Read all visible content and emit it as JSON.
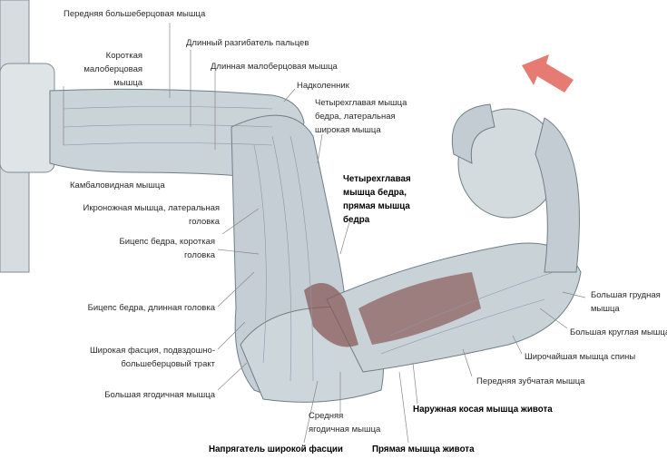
{
  "labels": {
    "tibialis_anterior": "Передняя большеберцовая мышца",
    "ext_digitorum_longus": "Длинный разгибатель пальцев",
    "peroneus_brevis": [
      "Короткая",
      "малоберцовая",
      "мышца"
    ],
    "peroneus_longus": "Длинная малоберцовая мышца",
    "patella": "Надколенник",
    "vastus_lateralis": [
      "Четырехглавая мышца",
      "бедра, латеральная",
      "широкая мышца"
    ],
    "soleus": "Камбаловидная мышца",
    "rectus_femoris": [
      "Четырехглавая",
      "мышца бедра,",
      "прямая мышца",
      "бедра"
    ],
    "gastrocnemius": [
      "Икроножная мышца, латеральная",
      "головка"
    ],
    "biceps_short": [
      "Бицепс бедра, короткая",
      "головка"
    ],
    "biceps_long": "Бицепс бедра, длинная головка",
    "it_band": [
      "Широкая фасция, подвздошно-",
      "большеберцовый тракт"
    ],
    "gluteus_maximus": "Большая ягодичная мышца",
    "gluteus_medius": [
      "Средняя",
      "ягодичная мышца"
    ],
    "tensor_fasciae": "Напрягатель широкой фасции",
    "rectus_abdominis": "Прямая мышца живота",
    "external_oblique": "Наружная косая мышца живота",
    "serratus_anterior": "Передняя зубчатая мышца",
    "latissimus": "Широчайшая мышца спины",
    "teres_major": "Большая круглая мышца",
    "pectoralis_major": [
      "Большая грудная",
      "мышца"
    ]
  },
  "colors": {
    "muscle": "#c9d3d8",
    "muscle_line": "#7d8c95",
    "highlight": "#8a5a5a",
    "arrow": "#e0645a"
  }
}
